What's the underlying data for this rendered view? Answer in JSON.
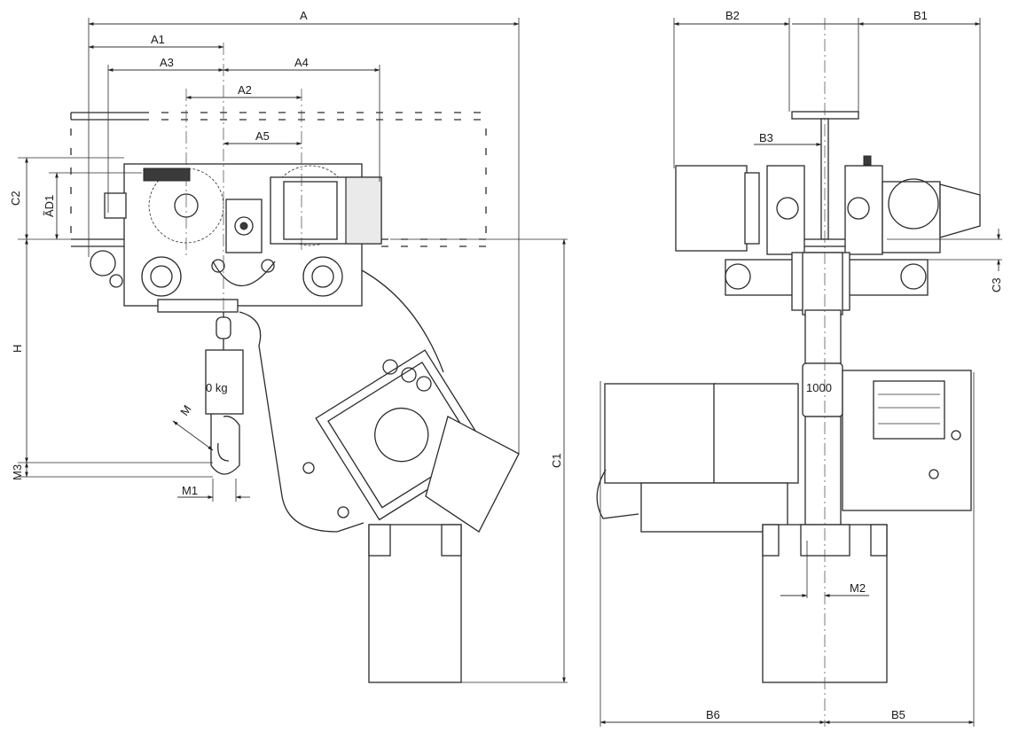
{
  "side_view": {
    "dimensions": {
      "A": "A",
      "A1": "A1",
      "A2": "A2",
      "A3": "A3",
      "A4": "A4",
      "A5": "A5",
      "C2": "C2",
      "D1": "ÃD1",
      "H": "H",
      "M": "M",
      "M1": "M1",
      "M3": "M3",
      "C1": "C1"
    },
    "load_label": "0 kg"
  },
  "front_view": {
    "dimensions": {
      "B1": "B1",
      "B2": "B2",
      "B3": "B3",
      "B5": "B5",
      "B6": "B6",
      "C3": "C3",
      "M2": "M2"
    },
    "load_label": "1000"
  }
}
